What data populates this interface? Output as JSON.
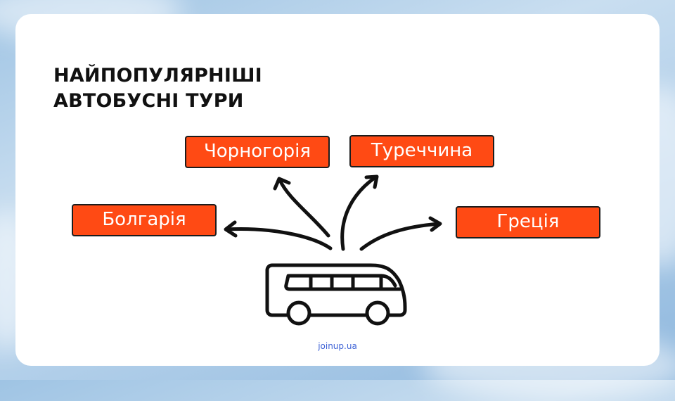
{
  "title": {
    "line1": "НАЙПОПУЛЯРНІШІ",
    "line2": "АВТОБУСНІ ТУРИ"
  },
  "destinations": [
    {
      "label": "Болгарія"
    },
    {
      "label": "Чорногорія"
    },
    {
      "label": "Туреччина"
    },
    {
      "label": "Греція"
    }
  ],
  "footer": {
    "text": "joinup.ua"
  },
  "colors": {
    "tag_fill": "#ff4a14",
    "tag_border": "#1c1c1c",
    "footer_link": "#3f63d6"
  },
  "icons": [
    "bus-icon",
    "arrow-icon"
  ]
}
